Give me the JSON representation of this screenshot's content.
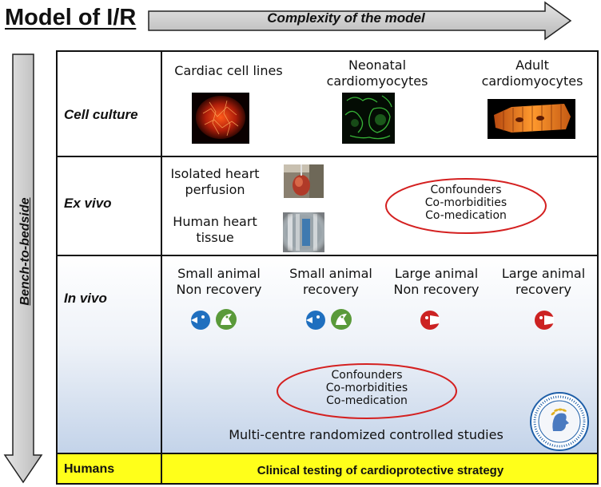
{
  "title": "Model of I/R",
  "complexity_label": "Complexity of the model",
  "bench_label": "Bench-to-bedside",
  "rows": {
    "cell_culture": {
      "label": "Cell culture",
      "items": [
        {
          "line1": "Cardiac cell lines",
          "line2": ""
        },
        {
          "line1": "Neonatal",
          "line2": "cardiomyocytes"
        },
        {
          "line1": "Adult",
          "line2": "cardiomyocytes"
        }
      ]
    },
    "ex_vivo": {
      "label": "Ex vivo",
      "items": [
        {
          "line1": "Isolated heart",
          "line2": "perfusion"
        },
        {
          "line1": "Human heart",
          "line2": "tissue"
        }
      ],
      "confounders": [
        "Confounders",
        "Co-morbidities",
        "Co-medication"
      ]
    },
    "in_vivo": {
      "label": "In vivo",
      "items": [
        {
          "line1": "Small animal",
          "line2": "Non recovery"
        },
        {
          "line1": "Small animal",
          "line2": "recovery"
        },
        {
          "line1": "Large animal",
          "line2": "Non recovery"
        },
        {
          "line1": "Large animal",
          "line2": "recovery"
        }
      ],
      "confounders": [
        "Confounders",
        "Co-morbidities",
        "Co-medication"
      ],
      "multicentre": "Multi-centre randomized controlled studies"
    },
    "humans": {
      "label": "Humans",
      "text": "Clinical testing of cardioprotective strategy"
    }
  },
  "colors": {
    "arrow_fill": "#c8c8c8",
    "oval": "#d42020",
    "humans_bg": "#ffff1a",
    "small_animal_blue": "#1f6fbf",
    "small_animal_green": "#5a9a3a",
    "large_animal_red": "#cc2222"
  },
  "icons": {
    "small_animal": [
      "mouse-icon",
      "rat-icon"
    ],
    "large_animal": [
      "pig-icon"
    ]
  }
}
